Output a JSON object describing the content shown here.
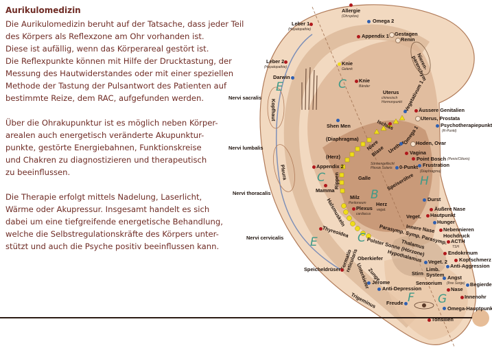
{
  "article": {
    "title": "Aurikulomedizin",
    "p1": [
      "Die Aurikulomedizin beruht auf der Tatsache, dass jeder Teil",
      "des Körpers als Reflexzone am Ohr vorhanden ist.",
      "Diese ist aufällig, wenn das Körperareal gestört ist.",
      "Die Reflexpunkte können mit Hilfe der Drucktastung, der",
      "Messung des Hautwiderstandes oder mit einer speziellen",
      "Methode der Tastung der Pulsantwort des Patienten auf",
      "bestimmte Reize, dem RAC, aufgefunden werden."
    ],
    "p2": [
      "Über die Ohrakupunktur ist es möglich neben Körper-",
      "arealen auch energetisch veränderte Akupunktur-",
      "punkte, gestörte Energiebahnen, Funktionskreise",
      "und Chakren zu diagnostizieren und therapeutisch",
      "zu beeinflussen."
    ],
    "p3": [
      "Die Therapie erfolgt mittels Nadelung, Laserlicht,",
      "Wärme oder Akupressur. Insgesamt handelt es sich",
      "dabei um eine tiefgreifende energetische Behandlung,",
      "welche die Selbstregulationskräfte des Körpers unter-",
      "stützt und auch die Psyche positiv beeinflussen kann."
    ]
  },
  "diagram": {
    "colors": {
      "red_point": "#b0181c",
      "blue_point": "#2f5fb0",
      "yellow_point": "#f0dd1a",
      "skin": "#f2d9c0",
      "concha": "#c99a78",
      "zone_letter": "#3f9a88"
    },
    "labels": {
      "allergie": "Allergie",
      "ohrspitze": "(Ohrspitze)",
      "leber1": "Leber 1",
      "hep1": "(Hepatopathie)",
      "omega2": "Omega 2",
      "appendix1": "Appendix 1",
      "gestagen": "Gestagen",
      "renin": "Renin",
      "nierenparenchym": "Nieren-parenchym",
      "leber2": "Leber 2",
      "hep2": "(Hepatopathie)",
      "darwin": "Darwin",
      "knie_gelenk": "Knie",
      "gelenk": "Gelenk",
      "knie_baender": "Knie",
      "baender": "Bänder",
      "uterus": "Uterus",
      "uterus_sub": "chinesisch Hormonpunkt",
      "vegetativum1": "Vegetativum 1",
      "aeussere_genitalien": "Äussere Genitalien",
      "uterus_prostata": "Uterus, Prostata",
      "psychotherapiepunkt": "Psychotherapiepunkt",
      "r_punkt": "(R-Punkt)",
      "ischias": "Ischias",
      "shen_men": "Shen Men",
      "diaphragma": "(Diaphragma)",
      "hoden_ovar": "Hoden, Ovar",
      "niere": "Niere",
      "blase": "Blase",
      "urether": "Urether",
      "omega1": "Omega 1",
      "vagina": "Vagina",
      "point_bosch": "Point Bosch",
      "penis_clitoris": "(Penis/Clitoris)",
      "frustration": "Frustration",
      "herz_klammer": "(Herz)",
      "appendix2": "Appendix 2",
      "null_punkt": "0-Punkt",
      "null_diaphragma": "(Diaphragma)",
      "rippen": "Rippen",
      "galle": "Galle",
      "plexus_solaris": "Sönnengeflecht Plexus Solaris",
      "speiseroehre": "Speiseröhre",
      "mamma": "Mamma",
      "milz": "Milz",
      "peritoneum": "Peritoneum",
      "herz": "Herz",
      "vegat": "vegat.",
      "plexus": "Plexus",
      "cardiacus": "cardiacus",
      "durst": "Durst",
      "aeussere_nase": "Äußere Nase",
      "hautpunkt": "Hautpunkt",
      "veget": "Veget.",
      "hunger": "Hunger",
      "innere_nase": "Innere Nase",
      "nebennieren": "Nebennieren",
      "hochdruck": "Hochdruck",
      "parasymp_symp": "Parasymp.  Symp.  Parasymp.",
      "acth": "ACTH",
      "tsh": "TSH",
      "endokrinum": "Endokrinum",
      "kopfschmerz": "Kopfschmerz",
      "anti_aggression": "Anti-Aggression",
      "thyreoidea": "Thyreoidea",
      "halsmuskeln": "Halsmuskeln",
      "polster_sonne": "Polster Sonne (Hörzone)",
      "thalamus": "Thalamus",
      "hypothalamus": "Hypothalamus",
      "veget2": "Veget. 2",
      "oberkiefer": "Oberkiefer",
      "formatio": "Formatio reticularis",
      "unterkiefer": "Unterkiefer",
      "zunge": "Zunge",
      "speicheldruesen": "Speicheldrüsen",
      "stirn": "Stirn",
      "limb_system": "Limb. System",
      "angst": "Angst",
      "ihre_sorge": "(Ihre Sorge)",
      "begierde": "Begierde",
      "nase": "Nase",
      "jerome": "Jérome",
      "anti_depression": "Anti-Depression",
      "sensorium": "Sensorium",
      "innenohr": "Innenohr",
      "freude": "Freude",
      "omega_hauptpunkt": "Omega-Hauptpunkt",
      "tonsillen": "Tonsillen",
      "trigeminus": "Trigeminus",
      "nervi_sacralis": "Nervi sacralis",
      "nervi_lumbalis": "Nervi lumbalis",
      "nervi_thoracalis": "Nervi thoracalis",
      "nervi_cervicalis": "Nervi cervicalis",
      "kopfhaut": "Kopfhaut",
      "pleura": "Pleura"
    },
    "zones": {
      "a": "E",
      "b": "C",
      "c": "C",
      "d": "B",
      "e": "C",
      "f": "E",
      "g": "F",
      "h": "G",
      "i": "H"
    }
  }
}
